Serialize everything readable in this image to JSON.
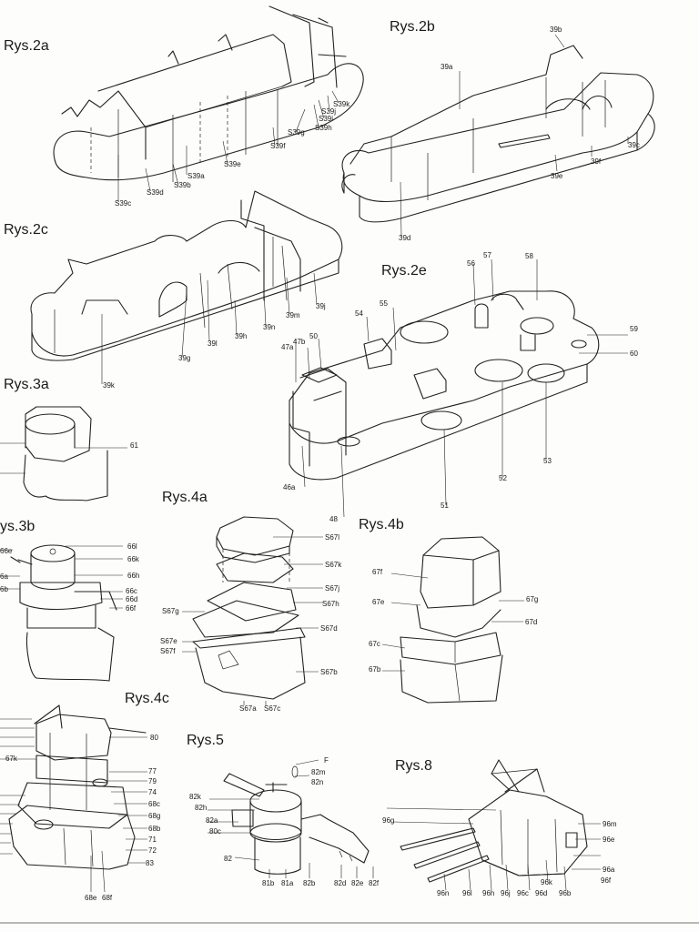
{
  "figures": {
    "rys2a": {
      "title": "Rys.2a",
      "labels": [
        "S39c",
        "S39d",
        "S39b",
        "S39a",
        "S39e",
        "S39f",
        "S39g",
        "S39h",
        "S39i",
        "S39j",
        "S39k"
      ]
    },
    "rys2b": {
      "title": "Rys.2b",
      "labels": [
        "39b",
        "39a",
        "39c",
        "39f",
        "39e",
        "39d"
      ]
    },
    "rys2c": {
      "title": "Rys.2c",
      "labels": [
        "39k",
        "39g",
        "39l",
        "39h",
        "39n",
        "39m",
        "39j"
      ]
    },
    "rys2e": {
      "title": "Rys.2e",
      "labels": [
        "56",
        "57",
        "58",
        "55",
        "54",
        "47b",
        "50",
        "47a",
        "59",
        "60",
        "46a",
        "48",
        "51",
        "52",
        "53"
      ]
    },
    "rys3a": {
      "title": "Rys.3a",
      "labels": [
        "61"
      ]
    },
    "rys3b": {
      "title": "ys.3b",
      "labels": [
        "66l",
        "66k",
        "66h",
        "66c",
        "66d",
        "66f",
        "66e",
        "6a",
        "6b"
      ]
    },
    "rys4a": {
      "title": "Rys.4a",
      "labels": [
        "S67l",
        "S67k",
        "S67j",
        "S67h",
        "S67g",
        "S67d",
        "S67e",
        "S67f",
        "S67b",
        "S67a",
        "S67c"
      ]
    },
    "rys4b": {
      "title": "Rys.4b",
      "labels": [
        "67f",
        "67e",
        "67g",
        "67d",
        "67c",
        "67b"
      ]
    },
    "rys4c": {
      "title": "Rys.4c",
      "labels": [
        "80",
        "67k",
        "77",
        "79",
        "74",
        "68c",
        "68g",
        "68b",
        "71",
        "72",
        "83",
        "68e",
        "68f"
      ]
    },
    "rys5": {
      "title": "Rys.5",
      "labels": [
        "F",
        "82m",
        "82n",
        "82k",
        "82h",
        "82a",
        "80c",
        "82",
        "81b",
        "81a",
        "82b",
        "82d",
        "82e",
        "82f"
      ]
    },
    "rys8": {
      "title": "Rys.8",
      "labels": [
        "96g",
        "96m",
        "96e",
        "96a",
        "96f",
        "96n",
        "96l",
        "96h",
        "96j",
        "96k",
        "96c",
        "96d",
        "96b"
      ]
    }
  }
}
